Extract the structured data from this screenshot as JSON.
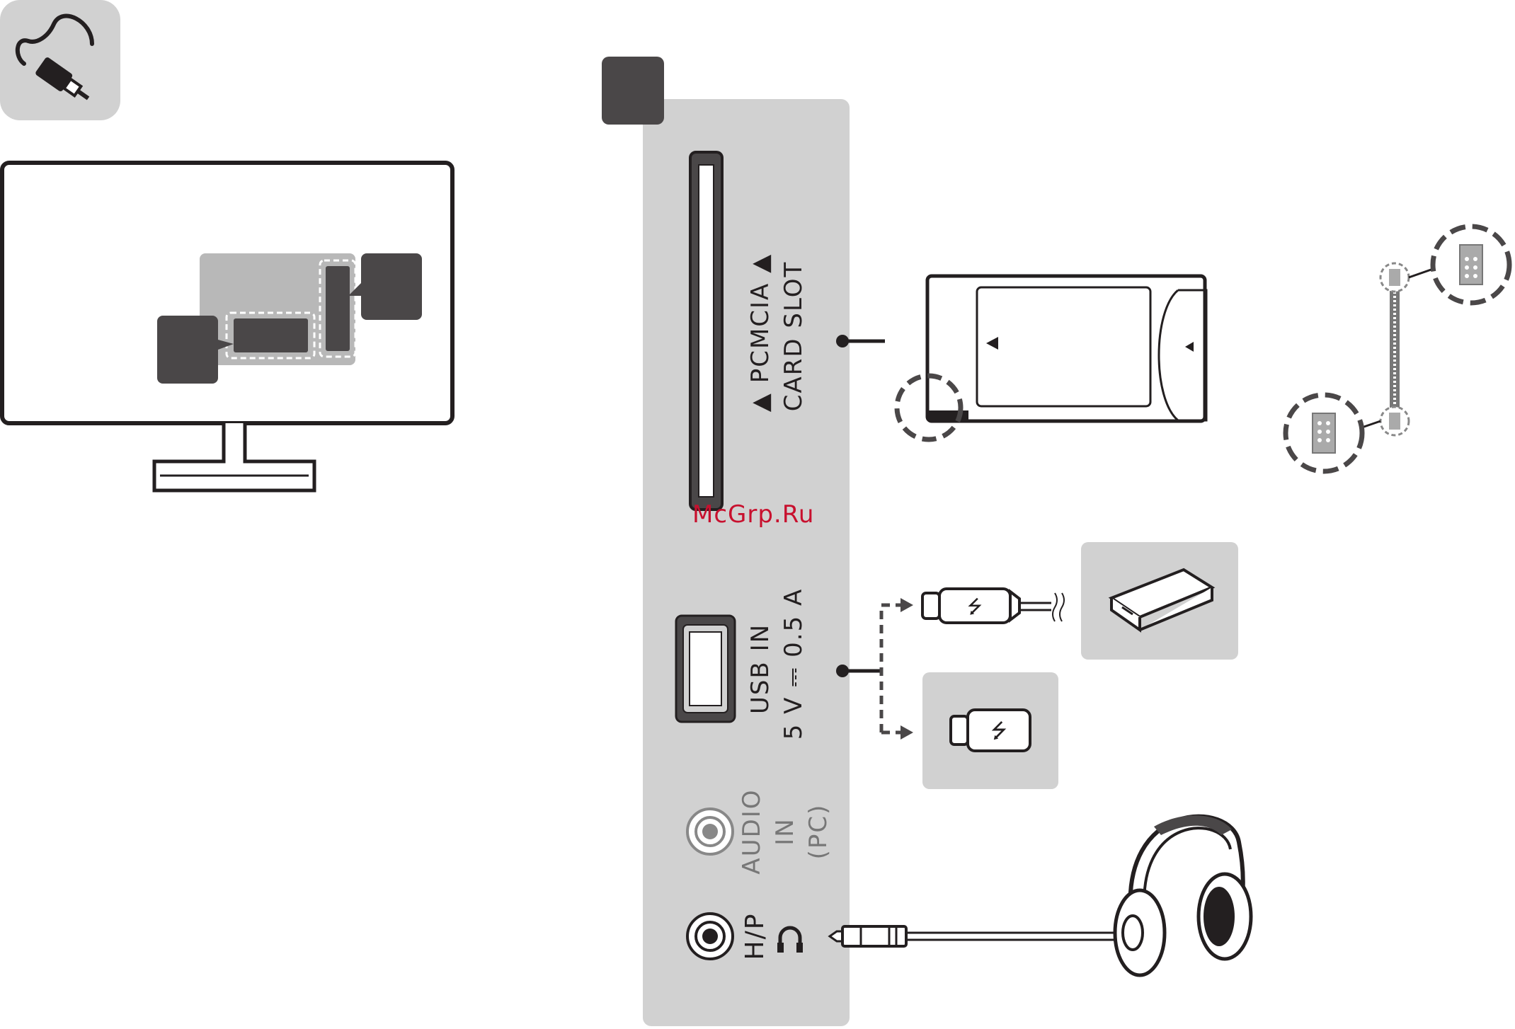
{
  "panel": {
    "pcmcia_line1": "▲ PCMCIA ▲",
    "pcmcia_line2": "CARD SLOT",
    "usb_line1": "USB IN",
    "usb_line2": "5 V ⎓ 0.5 A",
    "audio_line1": "AUDIO",
    "audio_line2": "IN",
    "audio_line3": "(PC)",
    "hp_label": "H/P"
  },
  "watermark": "McGrp.Ru",
  "colors": {
    "panel_bg": "#d1d1d1",
    "dark_box": "#4a4748",
    "line": "#231f20",
    "watermark": "#c8102e"
  },
  "icons": [
    "cable-connect-icon",
    "tv-monitor-icon",
    "ci-module-card-icon",
    "ribbon-cable-icon",
    "usb-cable-icon",
    "external-hdd-icon",
    "usb-flash-drive-icon",
    "headphone-icon",
    "headphone-jack-icon",
    "audio-jack-icon"
  ]
}
